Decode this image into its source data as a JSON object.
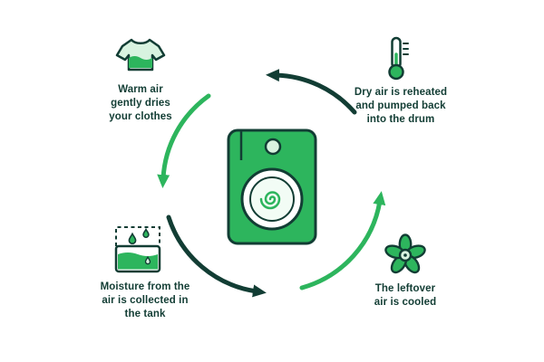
{
  "page": {
    "type": "infographic-cycle-diagram",
    "background": "#ffffff"
  },
  "colors": {
    "green": "#2db55d",
    "dark_green": "#123d34",
    "light_green_fill": "#d8f3e0",
    "drum_white": "#ffffff"
  },
  "center_icon": {
    "name": "tumble-dryer-icon",
    "description": "green tumble dryer with round drum and spiral"
  },
  "steps": [
    {
      "icon": "tshirt-icon",
      "position": "top-left",
      "label": "Warm air\ngently dries\nyour clothes"
    },
    {
      "icon": "thermometer-icon",
      "position": "top-right",
      "label": "Dry air is reheated\nand pumped back\ninto the drum"
    },
    {
      "icon": "water-tank-icon",
      "position": "bottom-left",
      "label": "Moisture from the\nair is collected in\nthe tank"
    },
    {
      "icon": "fan-icon",
      "position": "bottom-right",
      "label": "The leftover\nair is cooled"
    }
  ],
  "cycle": {
    "direction": "counterclockwise",
    "arrows": [
      {
        "position": "top",
        "color": "#123d34"
      },
      {
        "position": "left",
        "color": "#2db55d"
      },
      {
        "position": "bottom",
        "color": "#123d34"
      },
      {
        "position": "right",
        "color": "#2db55d"
      }
    ]
  }
}
